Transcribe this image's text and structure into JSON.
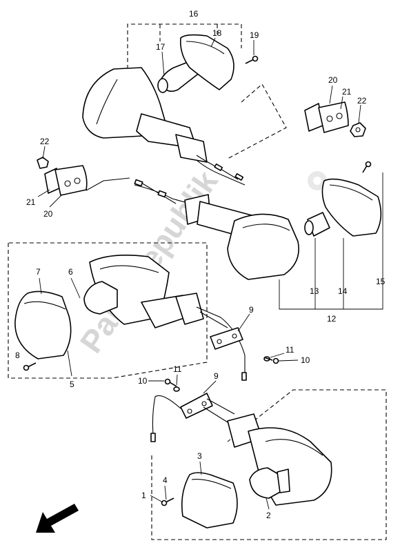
{
  "labels": {
    "l1": "1",
    "l2": "2",
    "l3": "3",
    "l4": "4",
    "l5": "5",
    "l6": "6",
    "l7": "7",
    "l8": "8",
    "l9a": "9",
    "l9b": "9",
    "l10a": "10",
    "l10b": "10",
    "l11a": "11",
    "l11b": "11",
    "l12": "12",
    "l13": "13",
    "l14": "14",
    "l15": "15",
    "l16": "16",
    "l17": "17",
    "l18": "18",
    "l19": "19",
    "l20a": "20",
    "l20b": "20",
    "l21a": "21",
    "l21b": "21",
    "l22a": "22",
    "l22b": "22"
  },
  "watermark": "PartsRepublik"
}
